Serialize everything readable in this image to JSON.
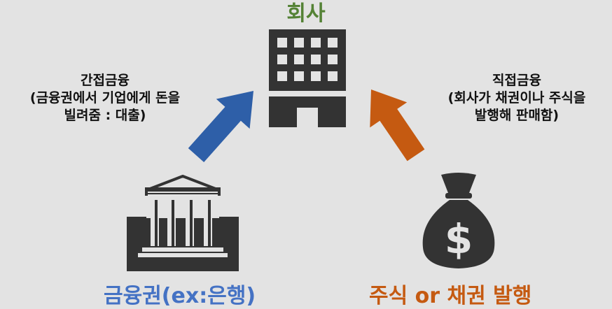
{
  "top": {
    "title": "회사"
  },
  "left_note": {
    "lines": [
      "간접금융",
      "(금융권에서 기업에게 돈을",
      "빌려줌 : 대출)"
    ]
  },
  "right_note": {
    "lines": [
      "직접금융",
      "(회사가 채권이나 주식을",
      "발행해 판매함)"
    ]
  },
  "bottom_left": {
    "label": "금융권(ex:은행)"
  },
  "bottom_right": {
    "label": "주식 or 채권 발행"
  },
  "colors": {
    "title": "#548235",
    "left_arrow": "#2e5fa8",
    "right_arrow": "#c55a11",
    "left_label": "#4472c4",
    "right_label": "#c55a11",
    "icon": "#333333"
  }
}
